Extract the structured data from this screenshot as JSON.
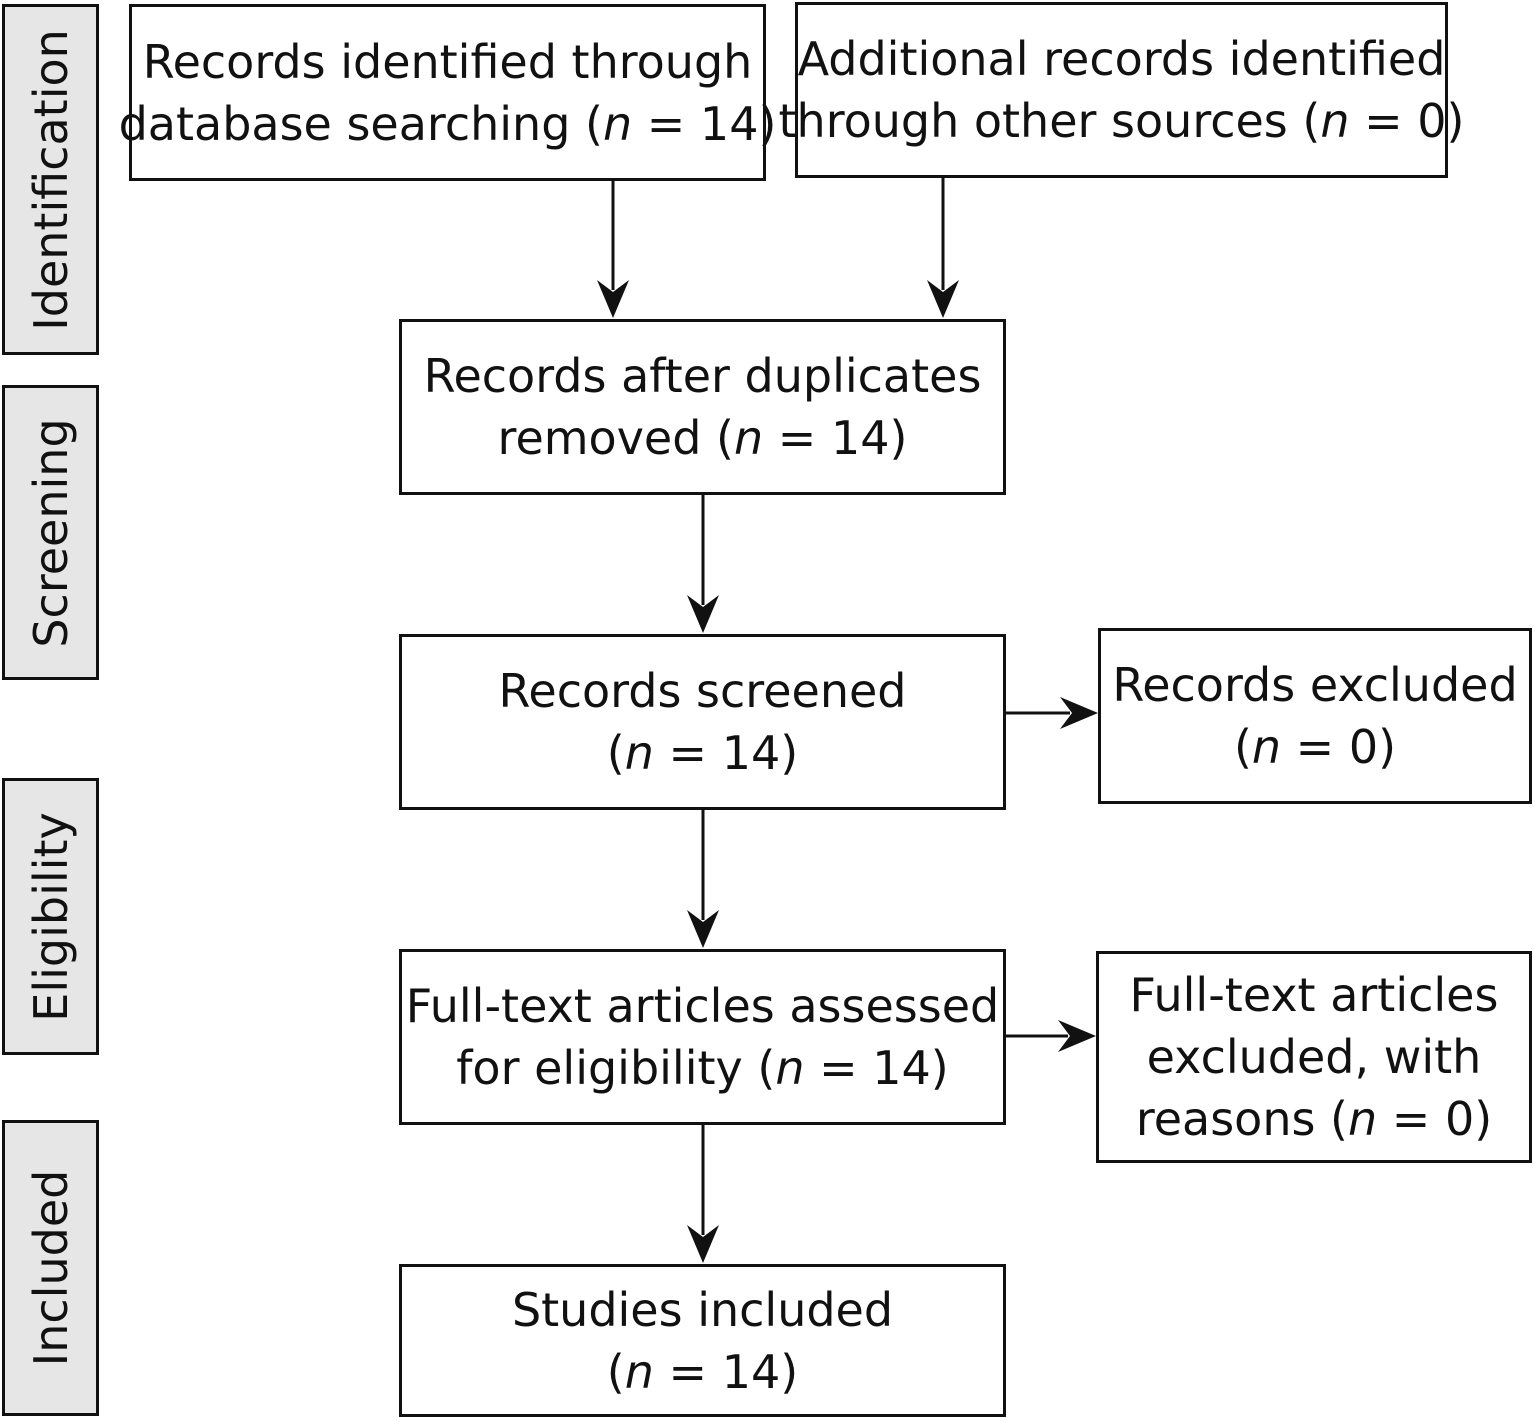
{
  "phases": {
    "identification": "Identification",
    "screening": "Screening",
    "eligibility": "Eligibility",
    "included": "Included"
  },
  "boxes": {
    "database": {
      "line1": "Records identified through",
      "line2_pre": "database searching (",
      "n_label": "n",
      "line2_post": " = 14)"
    },
    "other": {
      "line1": "Additional records identified",
      "line2_pre": "through other sources (",
      "n_label": "n",
      "line2_post": " = 0)"
    },
    "duplicates": {
      "line1": "Records after duplicates",
      "line2_pre": "removed (",
      "n_label": "n",
      "line2_post": " = 14)"
    },
    "screened": {
      "line1": "Records screened",
      "line2_pre": "(",
      "n_label": "n",
      "line2_post": " = 14)"
    },
    "excluded": {
      "line1": "Records excluded",
      "line2_pre": "(",
      "n_label": "n",
      "line2_post": " = 0)"
    },
    "fulltext": {
      "line1": "Full-text articles assessed",
      "line2_pre": "for eligibility (",
      "n_label": "n",
      "line2_post": " = 14)"
    },
    "fulltext_excluded": {
      "line1": "Full-text articles",
      "line2": "excluded, with",
      "line3_pre": "reasons (",
      "n_label": "n",
      "line3_post": " = 0)"
    },
    "included": {
      "line1": "Studies included",
      "line2_pre": "(",
      "n_label": "n",
      "line2_post": " = 14)"
    }
  }
}
